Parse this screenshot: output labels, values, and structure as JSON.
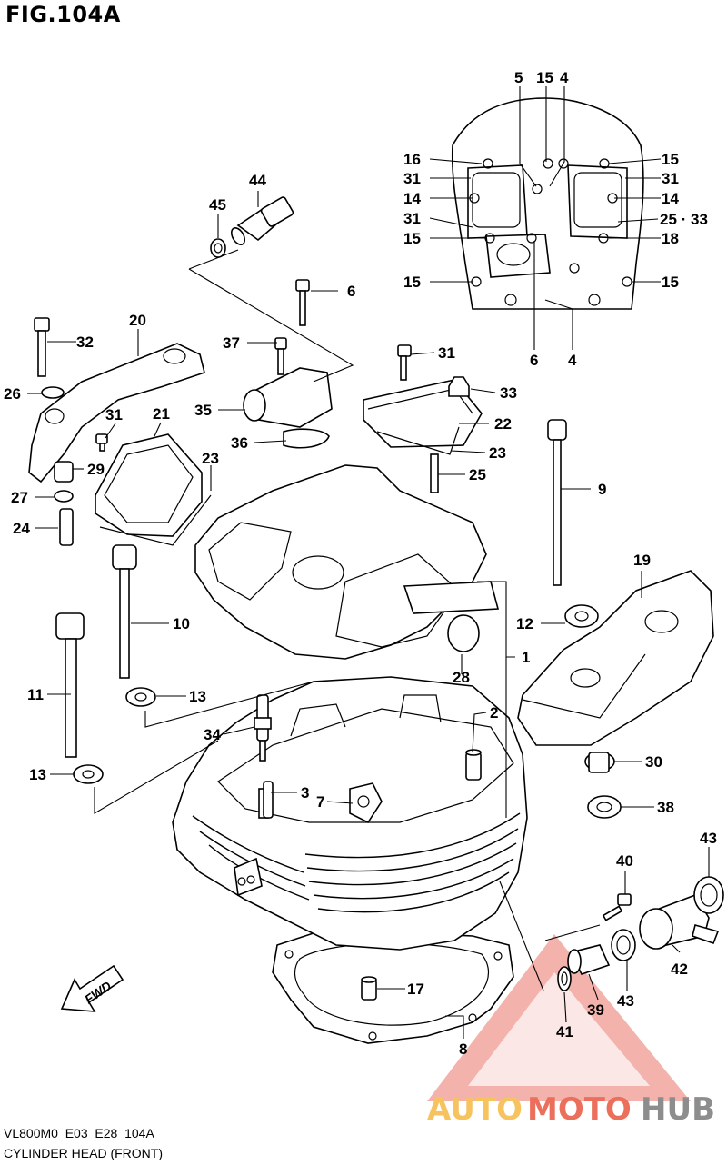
{
  "figure": {
    "title": "FIG.104A",
    "code": "VL800M0_E03_E28_104A",
    "name": "CYLINDER HEAD (FRONT)"
  },
  "watermark": {
    "auto": "AUTO",
    "moto": "MOTO",
    "hub": "HUB",
    "colors": {
      "auto": "#f5b942",
      "moto": "#e8573f",
      "hub": "#7a7a7a",
      "triangle": "#e65a4a"
    }
  },
  "fwd_label": "FWD",
  "callouts": {
    "c5": "5",
    "c15a": "15",
    "c4a": "4",
    "c16": "16",
    "c15b": "15",
    "c31a": "31",
    "c31b": "31",
    "c14a": "14",
    "c14b": "14",
    "c31c": "31",
    "c25_33": "25 · 33",
    "c15c": "15",
    "c18": "18",
    "c15d": "15",
    "c15e": "15",
    "c6a": "6",
    "c4b": "4",
    "c44": "44",
    "c45": "45",
    "c6b": "6",
    "c20": "20",
    "c32": "32",
    "c37": "37",
    "c31d": "31",
    "c26": "26",
    "c31e": "31",
    "c21": "21",
    "c33": "33",
    "c35": "35",
    "c22": "22",
    "c36": "36",
    "c23a": "23",
    "c29": "29",
    "c23b": "23",
    "c25": "25",
    "c27": "27",
    "c24": "24",
    "c9": "9",
    "c19": "19",
    "c10": "10",
    "c12": "12",
    "c11": "11",
    "c1": "1",
    "c28": "28",
    "c13a": "13",
    "c2": "2",
    "c34": "34",
    "c30": "30",
    "c13b": "13",
    "c3": "3",
    "c7": "7",
    "c38": "38",
    "c43a": "43",
    "c40": "40",
    "c42": "42",
    "c17": "17",
    "c39": "39",
    "c43b": "43",
    "c41": "41",
    "c8": "8"
  }
}
